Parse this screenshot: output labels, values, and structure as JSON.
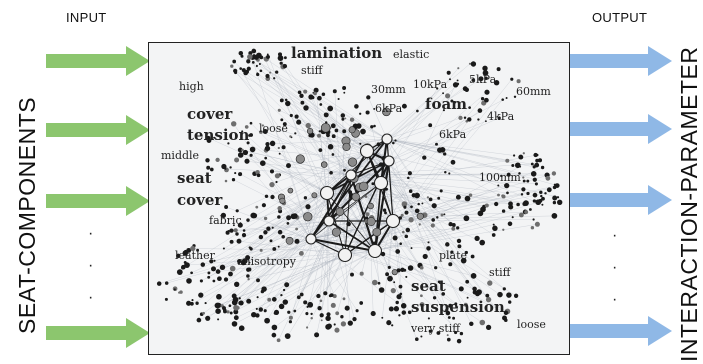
{
  "header": {
    "input_label": "INPUT",
    "output_label": "OUTPUT"
  },
  "left_axis_label": "SEAT-COMPONENTS",
  "right_axis_label": "INTERACTION-PARAMETER",
  "colors": {
    "input_arrow": "#8cc66e",
    "output_arrow": "#8fb8e6",
    "panel_bg": "#f3f4f5",
    "node_dark": "#1a1a1a",
    "node_light": "#f2f2f2"
  },
  "network_labels": {
    "lamination": "lamination",
    "elastic": "elastic",
    "stiff_top": "stiff",
    "high": "high",
    "mm30": "30mm",
    "kpa10": "10kPa",
    "kpa5": "5kPa",
    "mm60": "60mm",
    "kpa6_top": "6kPa",
    "foam": "foam.",
    "kpa4": "4kPa",
    "cover": "cover",
    "tension": "tension",
    "loose_top": "loose",
    "kpa6_mid": "6kPa",
    "middle": "middle",
    "seat": "seat",
    "seat_cover": "cover",
    "mm100": "100mm",
    "fabric": "fabric",
    "leather": "leather",
    "anisotropy": "anisotropy",
    "plate": "plate",
    "stiff_bottom": "stiff",
    "seat2": "seat",
    "suspension": "suspension",
    "very_stiff": "very stiff",
    "loose_bottom": "loose"
  }
}
